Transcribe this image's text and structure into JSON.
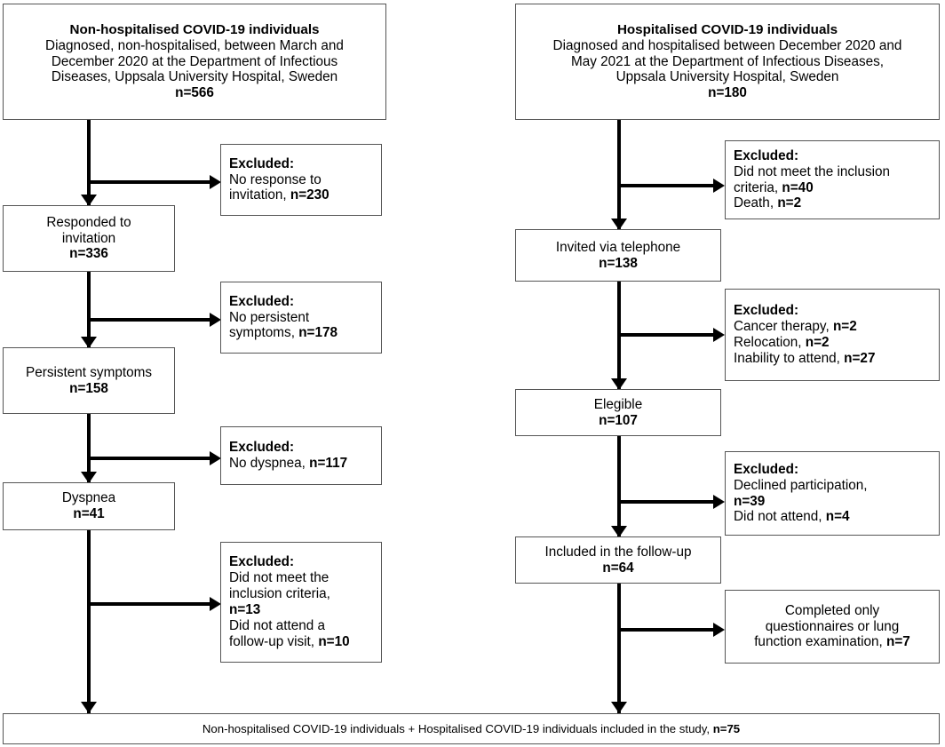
{
  "figure": {
    "type": "flowchart",
    "title": "Participant flow diagram",
    "columns": [
      "Non-hospitalised COVID-19 individuals",
      "Hospitalised COVID-19 individuals"
    ]
  },
  "left": {
    "header": {
      "title": "Non-hospitalised COVID-19 individuals",
      "line1": "Diagnosed, non-hospitalised, between March and",
      "line2": "December 2020 at the Department of Infectious",
      "line3": "Diseases, Uppsala University Hospital, Sweden",
      "n": "n=566"
    },
    "step1": {
      "line1": "Responded to",
      "line2": "invitation",
      "n": "n=336"
    },
    "step2": {
      "line1": "Persistent symptoms",
      "n": "n=158"
    },
    "step3": {
      "line1": "Dyspnea",
      "n": "n=41"
    },
    "excl1": {
      "title": "Excluded:",
      "line1": "No response to",
      "line2": "invitation,",
      "n1": "n=230"
    },
    "excl2": {
      "title": "Excluded:",
      "line1": "No persistent",
      "line2": "symptoms,",
      "n1": "n=178"
    },
    "excl3": {
      "title": "Excluded:",
      "line1": "No dyspnea,",
      "n1": "n=117"
    },
    "excl4": {
      "title": "Excluded:",
      "line1": "Did not meet the",
      "line2": "inclusion criteria,",
      "n1": "n=13",
      "line3": "Did not attend a",
      "line4": "follow-up visit,",
      "n2": "n=10"
    }
  },
  "right": {
    "header": {
      "title": "Hospitalised COVID-19 individuals",
      "line1": "Diagnosed and hospitalised between December 2020 and",
      "line2": "May 2021 at the Department of Infectious Diseases,",
      "line3": "Uppsala University Hospital, Sweden",
      "n": "n=180"
    },
    "step1": {
      "line1": "Invited via telephone",
      "n": "n=138"
    },
    "step2": {
      "line1": "Elegible",
      "n": "n=107"
    },
    "step3": {
      "line1": "Included in the follow-up",
      "n": "n=64"
    },
    "excl1": {
      "title": "Excluded:",
      "line1": "Did not meet the inclusion",
      "line2": "criteria,",
      "n1": "n=40",
      "line3": "Death,",
      "n2": "n=2"
    },
    "excl2": {
      "title": "Excluded:",
      "line1": "Cancer therapy,",
      "n1": "n=2",
      "line2": "Relocation,",
      "n2": "n=2",
      "line3": "Inability to attend,",
      "n3": "n=27"
    },
    "excl3": {
      "title": "Excluded:",
      "line1": "Declined participation,",
      "n1": "n=39",
      "line2": "Did not attend,",
      "n2": "n=4"
    },
    "note1": {
      "line1": "Completed only",
      "line2": "questionnaires or lung",
      "line3": "function examination,",
      "n1": "n=7"
    }
  },
  "footer": {
    "text": "Non-hospitalised COVID-19 individuals + Hospitalised COVID-19 individuals included in the study,",
    "n": "n=75"
  }
}
